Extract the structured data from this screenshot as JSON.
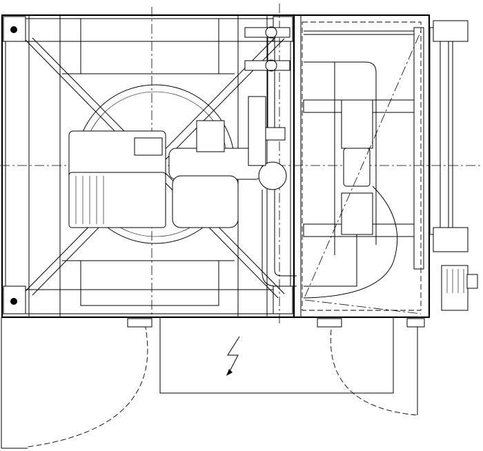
{
  "drawing": {
    "kind": "plan view technical drawing",
    "colors": {
      "line": "#000000",
      "background": "#ffffff"
    },
    "symbols": [
      "high-voltage-symbol",
      "motor",
      "doors",
      "pipework",
      "cross-bracing"
    ]
  }
}
